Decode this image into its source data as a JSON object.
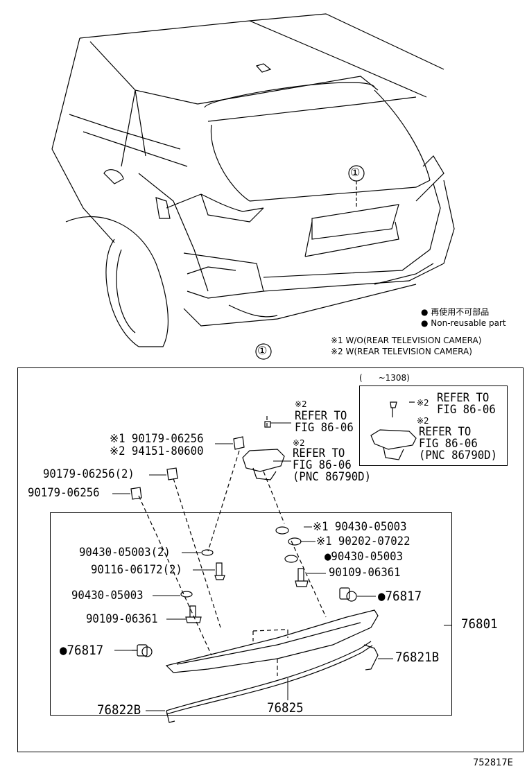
{
  "legend": {
    "nonreusable_jp": "● 再使用不可部品",
    "nonreusable_en": "● Non-reusable part",
    "note1": "※1 W/O(REAR TELEVISION CAMERA)",
    "note2": "※2 W(REAR TELEVISION CAMERA)"
  },
  "callout_number": "①",
  "inset": {
    "header": "(      ~1308)",
    "screw_ref_mark": "※2",
    "screw_ref_line1": "REFER TO",
    "screw_ref_line2": "FIG 86-06",
    "camera_ref_mark": "※2",
    "camera_ref_line1": "REFER TO",
    "camera_ref_line2": "FIG 86-06",
    "camera_ref_line3": "(PNC 86790D)"
  },
  "refs": {
    "top_mark": "※2",
    "top_line1": "REFER TO",
    "top_line2": "FIG 86-06",
    "cam_mark": "※2",
    "cam_line1": "REFER TO",
    "cam_line2": "FIG 86-06",
    "cam_line3": "(PNC 86790D)"
  },
  "parts": {
    "p1a": "※1 90179-06256",
    "p1b": "※2 94151-80600",
    "p2": "90179-06256(2)",
    "p3": "90179-06256",
    "p4": "※1 90430-05003",
    "p5": "※1 90202-07022",
    "p6": "●90430-05003",
    "p7": "90430-05003(2)",
    "p8": "90116-06172(2)",
    "p9": "90109-06361",
    "p10": "90430-05003",
    "p11": "●76817",
    "p12": "90109-06361",
    "p13": "●76817",
    "p14": "76801",
    "p15": "76821B",
    "p16": "76822B",
    "p17": "76825"
  },
  "figure_id": "752817E"
}
